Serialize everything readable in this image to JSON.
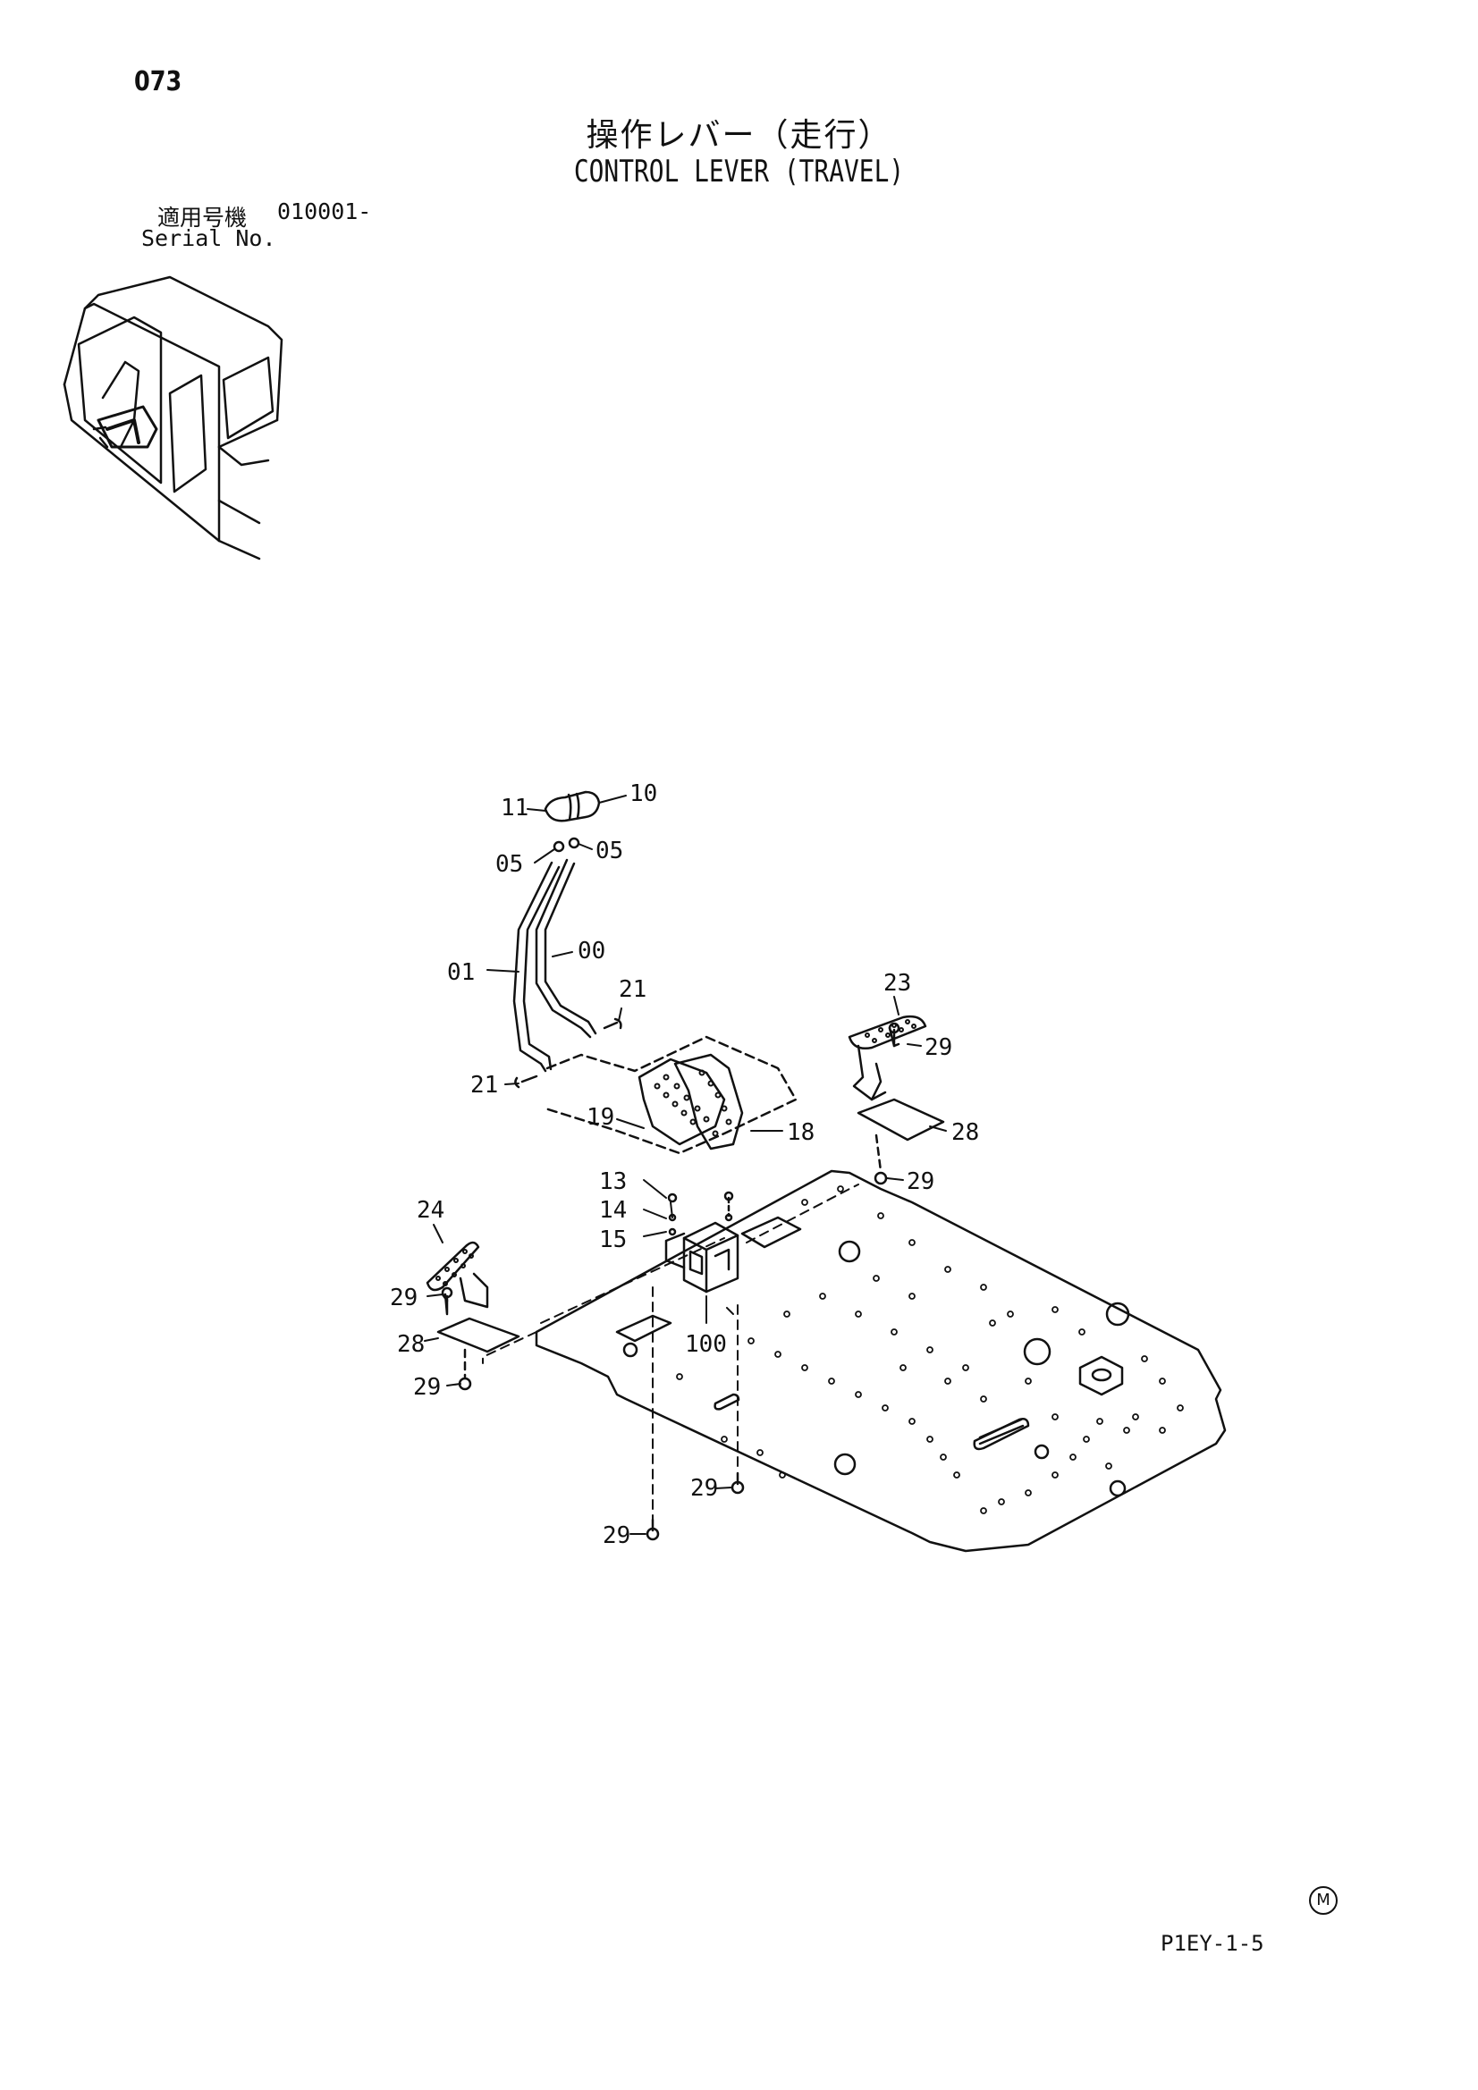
{
  "header": {
    "page_number": "073",
    "title_jp": "操作レバー（走行）",
    "title_en": "CONTROL LEVER (TRAVEL)",
    "serial_label_jp": "適用号機",
    "serial_number": "010001-",
    "serial_label_en": "Serial No."
  },
  "callouts": {
    "c10": "10",
    "c11": "11",
    "c05a": "05",
    "c05b": "05",
    "c00": "00",
    "c01": "01",
    "c21a": "21",
    "c21b": "21",
    "c19": "19",
    "c18": "18",
    "c23": "23",
    "c29a": "29",
    "c28a": "28",
    "c29b": "29",
    "c13": "13",
    "c14": "14",
    "c15": "15",
    "c24": "24",
    "c29c": "29",
    "c28b": "28",
    "c29d": "29",
    "c100": "100",
    "c29e": "29",
    "c29f": "29"
  },
  "footer": {
    "mark": "M",
    "code": "P1EY-1-5"
  }
}
